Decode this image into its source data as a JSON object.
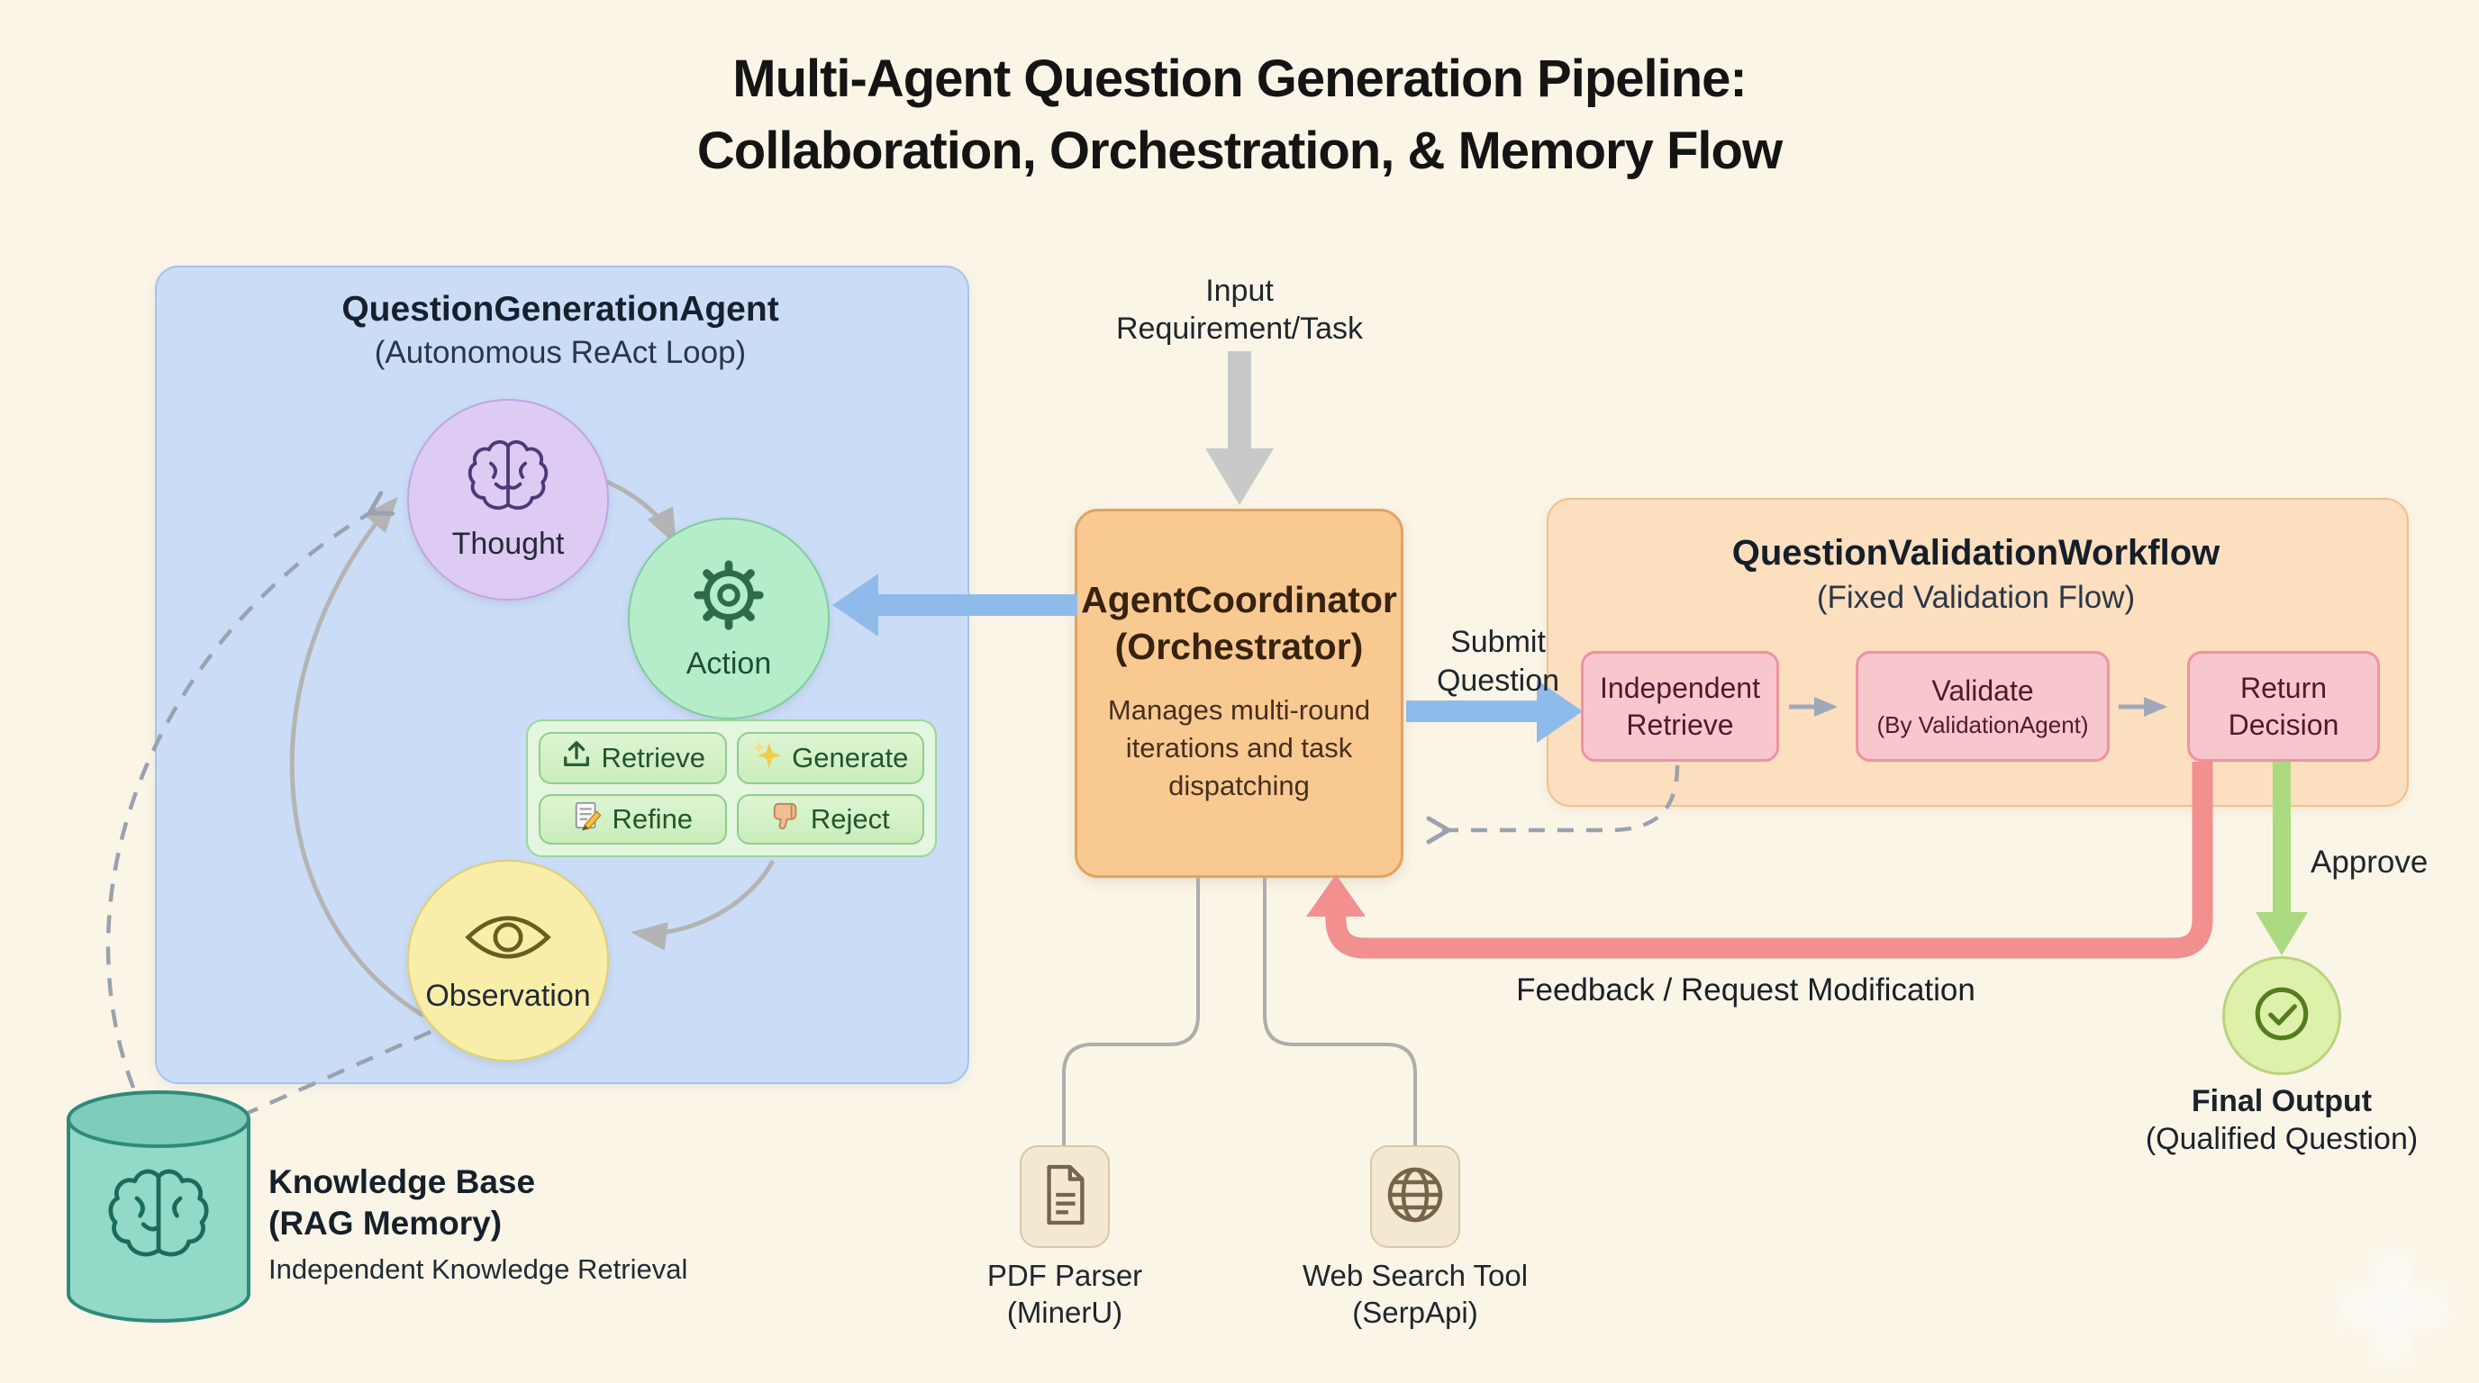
{
  "title": {
    "line1": "Multi-Agent Question Generation Pipeline:",
    "line2": "Collaboration, Orchestration, & Memory Flow"
  },
  "generation_agent": {
    "title": "QuestionGenerationAgent",
    "subtitle": "(Autonomous ReAct Loop)",
    "nodes": {
      "thought": "Thought",
      "action": "Action",
      "observation": "Observation"
    },
    "actions": {
      "retrieve": "Retrieve",
      "generate": "Generate",
      "refine": "Refine",
      "reject": "Reject"
    }
  },
  "knowledge_base": {
    "title_line1": "Knowledge Base",
    "title_line2": "(RAG Memory)",
    "subtitle": "Independent Knowledge Retrieval"
  },
  "input_label": {
    "line1": "Input",
    "line2": "Requirement/Task"
  },
  "coordinator": {
    "title_line1": "AgentCoordinator",
    "title_line2": "(Orchestrator)",
    "body_line1": "Manages multi-round",
    "body_line2": "iterations and task",
    "body_line3": "dispatching"
  },
  "submit_label": {
    "line1": "Submit",
    "line2": "Question"
  },
  "validation": {
    "title": "QuestionValidationWorkflow",
    "subtitle": "(Fixed Validation Flow)",
    "steps": [
      {
        "line1": "Independent",
        "line2": "Retrieve"
      },
      {
        "line1": "Validate",
        "line2": "(By ValidationAgent)"
      },
      {
        "line1": "Return",
        "line2": "Decision"
      }
    ]
  },
  "approve_label": "Approve",
  "final_output": {
    "line1": "Final Output",
    "line2": "(Qualified Question)"
  },
  "feedback_label": "Feedback / Request Modification",
  "tools": {
    "pdf": {
      "line1": "PDF Parser",
      "line2": "(MinerU)"
    },
    "web": {
      "line1": "Web Search Tool",
      "line2": "(SerpApi)"
    }
  },
  "colors": {
    "background": "#FAF5E7",
    "agent_panel": "#CBDDF6",
    "thought_fill": "#DECBF3",
    "action_fill": "#B5EDCB",
    "observation_fill": "#F9EEA9",
    "coordinator_fill": "#F9C992",
    "validation_fill": "#FBDFBE",
    "step_fill": "#F8C7CD",
    "knowledge_base_fill": "#92D9C7",
    "arrow_blue": "#8FBBEB",
    "arrow_gray": "#B4B4B4",
    "arrow_red": "#F29090",
    "arrow_green": "#ACDA80"
  }
}
